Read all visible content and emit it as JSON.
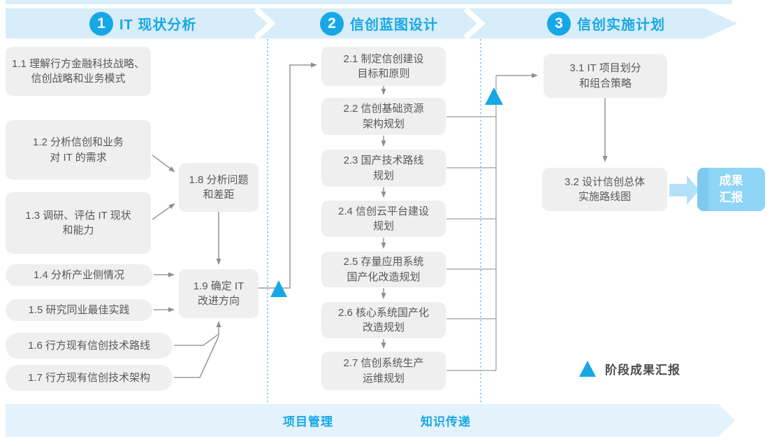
{
  "colors": {
    "accent_blue": "#18a7e6",
    "band_light_blue": "#d7edf9",
    "bottom_band_blue": "#e3f2fb",
    "box_gray": "#efefef",
    "box_text": "#57585a",
    "connector_gray": "#9b9b9b",
    "result_box_blue": "#8ed5f6",
    "result_arrow_blue": "#b4e1f8"
  },
  "phase1": {
    "number": "1",
    "title": "IT 现状分析",
    "boxes": [
      {
        "label": "1.1 理解行方金融科技战略、\n信创战略和业务模式"
      },
      {
        "label": "1.2 分析信创和业务\n对 IT 的需求"
      },
      {
        "label": "1.3 调研、评估 IT 现状\n和能力"
      },
      {
        "label": "1.4 分析产业侧情况"
      },
      {
        "label": "1.5 研究同业最佳实践"
      },
      {
        "label": "1.6 行方现有信创技术路线"
      },
      {
        "label": "1.7 行方现有信创技术架构"
      },
      {
        "label": "1.8 分析问题\n和差距"
      },
      {
        "label": "1.9 确定 IT\n改进方向"
      }
    ]
  },
  "phase2": {
    "number": "2",
    "title": "信创蓝图设计",
    "boxes": [
      {
        "label": "2.1 制定信创建设\n目标和原则"
      },
      {
        "label": "2.2 信创基础资源\n架构规划"
      },
      {
        "label": "2.3 国产技术路线\n规划"
      },
      {
        "label": "2.4 信创云平台建设\n规划"
      },
      {
        "label": "2.5 存量应用系统\n国产化改造规划"
      },
      {
        "label": "2.6 核心系统国产化\n改造规划"
      },
      {
        "label": "2.7 信创系统生产\n运维规划"
      }
    ]
  },
  "phase3": {
    "number": "3",
    "title": "信创实施计划",
    "boxes": [
      {
        "label": "3.1 IT 项目划分\n和组合策略"
      },
      {
        "label": "3.2 设计信创总体\n实施路线图"
      }
    ]
  },
  "result_box": {
    "label": "成果\n汇报"
  },
  "bottom_band": {
    "items": [
      {
        "label": "项目管理"
      },
      {
        "label": "知识传递"
      }
    ]
  },
  "legend": {
    "label": "阶段成果汇报"
  }
}
